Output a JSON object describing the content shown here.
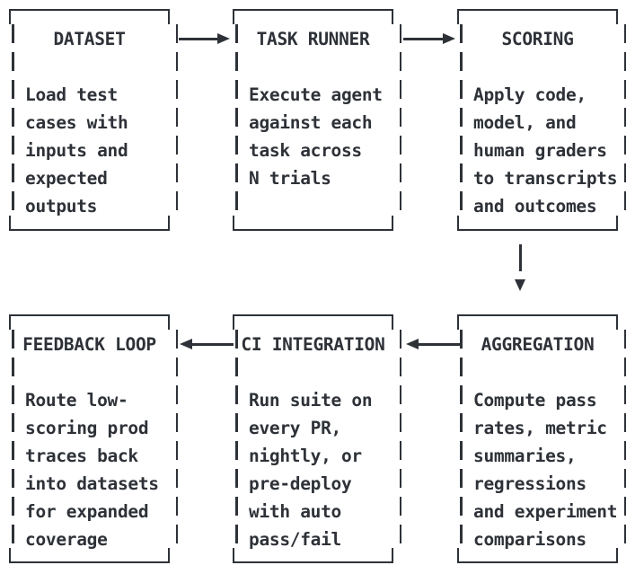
{
  "canvas": {
    "colors": {
      "stroke": "#2e3238",
      "bg": "#ffffff"
    }
  },
  "diagram": {
    "boxes": [
      {
        "id": "dataset",
        "title": "DATASET",
        "lines": [
          "Load test",
          "cases with",
          "inputs and",
          "expected",
          "outputs"
        ]
      },
      {
        "id": "task-runner",
        "title": "TASK RUNNER",
        "lines": [
          "Execute agent",
          "against each",
          "task across",
          "N trials"
        ]
      },
      {
        "id": "scoring",
        "title": "SCORING",
        "lines": [
          "Apply code,",
          "model, and",
          "human graders",
          "to transcripts",
          "and outcomes"
        ]
      },
      {
        "id": "aggregation",
        "title": "AGGREGATION",
        "lines": [
          "Compute pass",
          "rates, metric",
          "summaries,",
          "regressions",
          "and experiment",
          "comparisons"
        ]
      },
      {
        "id": "ci-integration",
        "title": "CI INTEGRATION",
        "lines": [
          "Run suite on",
          "every PR,",
          "nightly, or",
          "pre-deploy",
          "with auto",
          "pass/fail"
        ]
      },
      {
        "id": "feedback-loop",
        "title": "FEEDBACK LOOP",
        "lines": [
          "Route low-",
          "scoring prod",
          "traces back",
          "into datasets",
          "for expanded",
          "coverage"
        ]
      }
    ],
    "connections": [
      {
        "from": "dataset",
        "to": "task-runner",
        "direction": "right"
      },
      {
        "from": "task-runner",
        "to": "scoring",
        "direction": "right"
      },
      {
        "from": "scoring",
        "to": "aggregation",
        "direction": "down"
      },
      {
        "from": "aggregation",
        "to": "ci-integration",
        "direction": "left"
      },
      {
        "from": "ci-integration",
        "to": "feedback-loop",
        "direction": "left"
      }
    ]
  }
}
